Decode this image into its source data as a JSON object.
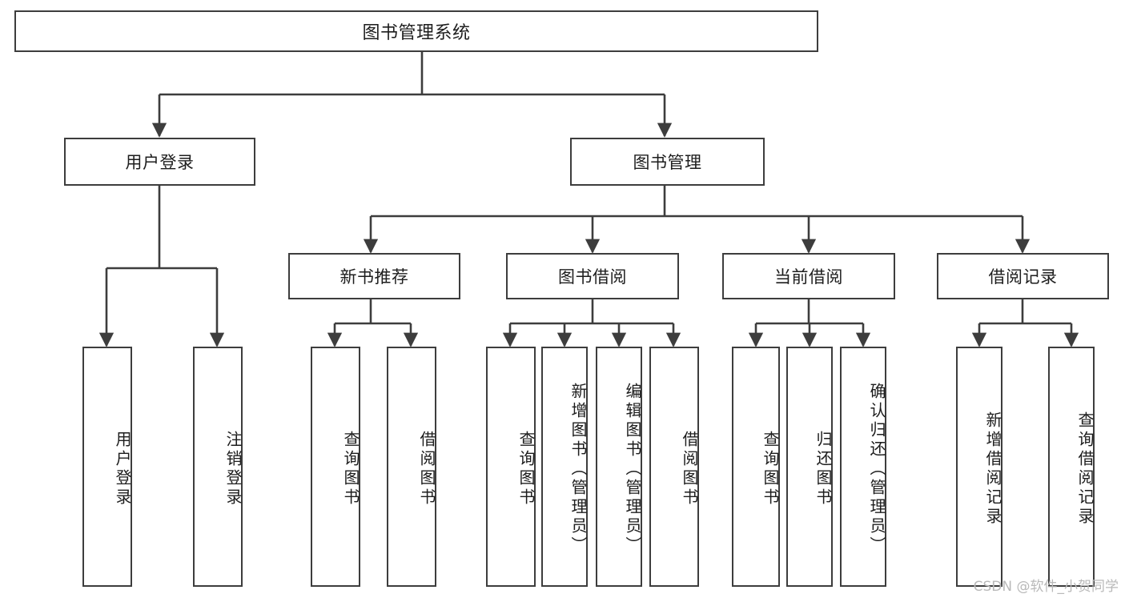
{
  "diagram": {
    "title": "图书管理系统",
    "type": "tree",
    "colors": {
      "background": "#ffffff",
      "line": "#3d3d3d",
      "box_border": "#3d3d3d",
      "text": "#1d1d1d",
      "watermark": "#b9b9b9"
    }
  },
  "root": {
    "label": "图书管理系统"
  },
  "level1": {
    "user_login": {
      "label": "用户登录"
    },
    "book_manage": {
      "label": "图书管理"
    }
  },
  "level2": {
    "new_book_recommend": {
      "label": "新书推荐"
    },
    "book_borrow": {
      "label": "图书借阅"
    },
    "current_borrow": {
      "label": "当前借阅"
    },
    "borrow_record": {
      "label": "借阅记录"
    }
  },
  "leaves": {
    "user_login_children": [
      {
        "label": "用户登录"
      },
      {
        "label": "注销登录"
      }
    ],
    "new_book_recommend_children": [
      {
        "label": "查询图书"
      },
      {
        "label": "借阅图书"
      }
    ],
    "book_borrow_children": [
      {
        "label": "查询图书"
      },
      {
        "label": "新增图书（管理员）"
      },
      {
        "label": "编辑图书（管理员）"
      },
      {
        "label": "借阅图书"
      }
    ],
    "current_borrow_children": [
      {
        "label": "查询图书"
      },
      {
        "label": "归还图书"
      },
      {
        "label": "确认归还（管理员）"
      }
    ],
    "borrow_record_children": [
      {
        "label": "新增借阅记录"
      },
      {
        "label": "查询借阅记录"
      }
    ]
  },
  "watermark": {
    "text": "CSDN @软件_小贺同学"
  }
}
